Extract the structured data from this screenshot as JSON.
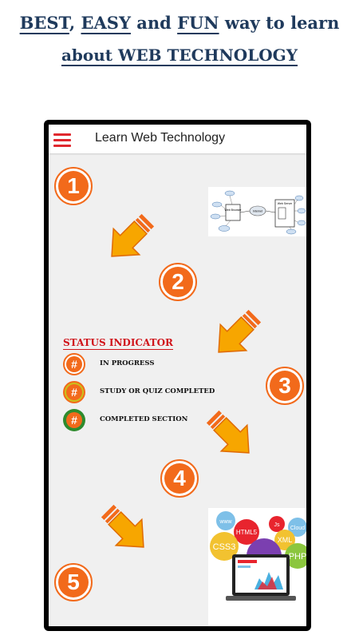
{
  "headline": {
    "w1": "BEST",
    "sep1": ", ",
    "w2": "EASY",
    "sep2": " and ",
    "w3": "FUN",
    "tail": " way to learn",
    "line2": "about WEB TECHNOLOGY"
  },
  "app": {
    "title": "Learn Web Technology",
    "menu_icon": "hamburger-menu-icon"
  },
  "steps": [
    "1",
    "2",
    "3",
    "4",
    "5"
  ],
  "status": {
    "title": "STATUS INDICATOR",
    "items": [
      {
        "symbol": "#",
        "label": "IN PROGRESS",
        "ring": "#ffffff"
      },
      {
        "symbol": "#",
        "label": "STUDY OR QUIZ COMPLETED",
        "ring": "#c9c21c"
      },
      {
        "symbol": "#",
        "label": "COMPLETED SECTION",
        "ring": "#2e8b2e"
      }
    ]
  },
  "diagram": {
    "server_label": "Web Server",
    "browser_label": "Web Browser",
    "internet_label": "Internet"
  },
  "webtech": {
    "bubbles": [
      "www",
      "HTML5",
      "Js",
      "Cloud",
      "CSS3",
      "XML",
      "PHP"
    ]
  },
  "colors": {
    "accent": "#f26a1b",
    "arrow": "#f7a600",
    "headline": "#1f3a5c",
    "status_title": "#d0141b",
    "menu": "#e0282e"
  }
}
